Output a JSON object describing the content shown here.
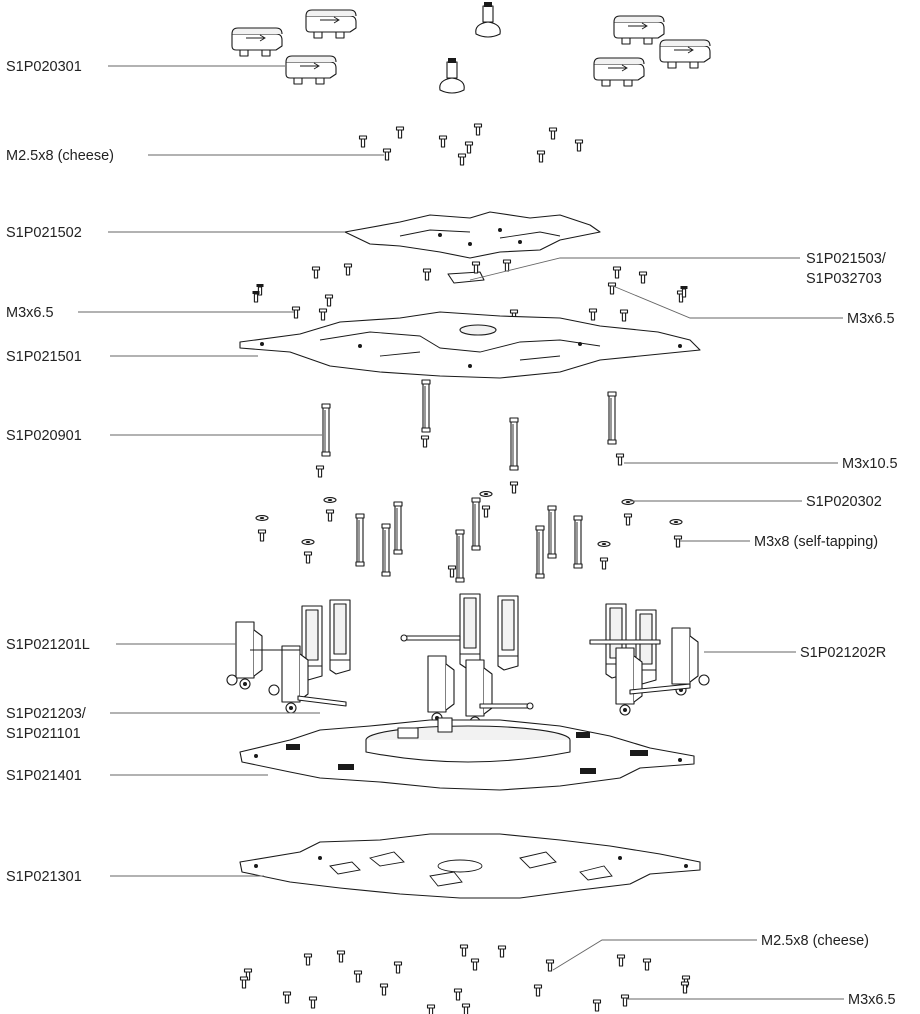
{
  "labels": {
    "l01": "S1P020301",
    "l02": "M2.5x8 (cheese)",
    "l03": "S1P021502",
    "l04a": "S1P021503/",
    "l04b": "S1P032703",
    "l05": "M3x6.5",
    "l06": "M3x6.5",
    "l07": "S1P021501",
    "l08": "S1P020901",
    "l09": "M3x10.5",
    "l10": "S1P020302",
    "l11": "M3x8 (self-tapping)",
    "l12": "S1P021201L",
    "l13": "S1P021202R",
    "l14a": "S1P021203/",
    "l14b": "S1P021101",
    "l15": "S1P021401",
    "l16": "S1P021301",
    "l17": "M2.5x8 (cheese)",
    "l18": "M3x6.5"
  }
}
